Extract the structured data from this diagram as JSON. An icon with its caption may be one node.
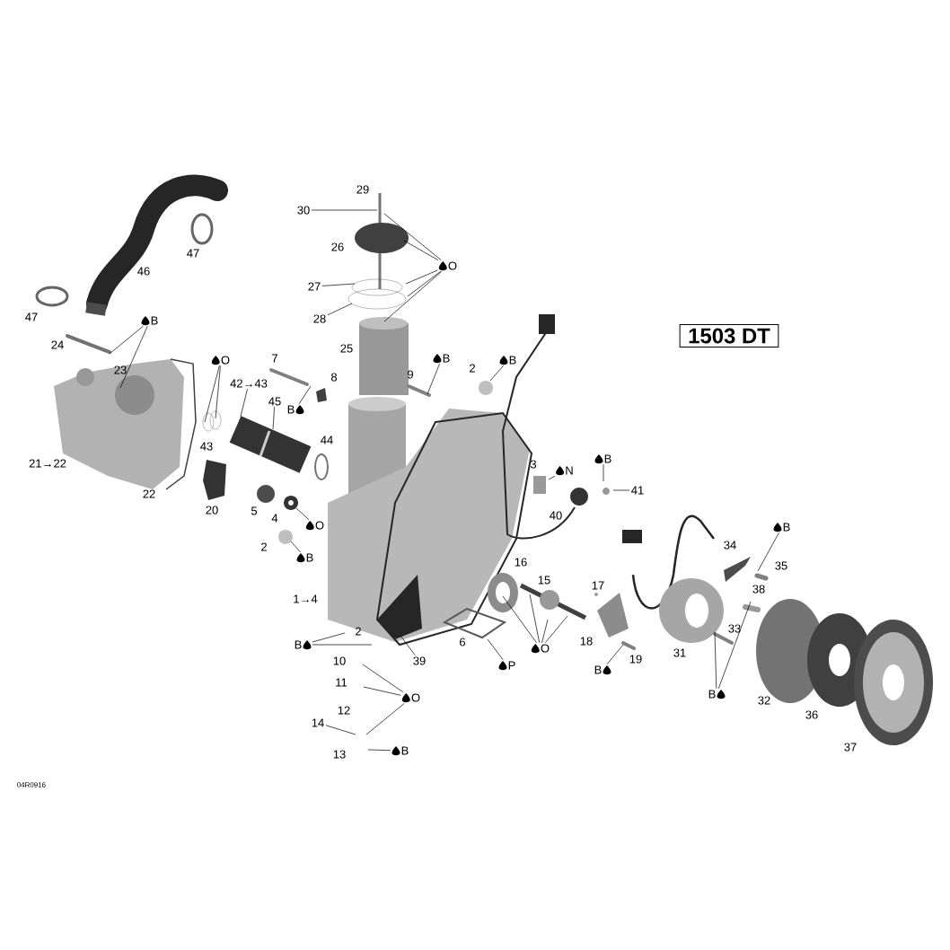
{
  "diagram": {
    "nodes": [
      {
        "text": [
          "1503 DT"
        ]
      },
      {
        "text": [
          "30"
        ]
      },
      {
        "text": [
          "27"
        ]
      },
      {
        "text": [
          "28"
        ]
      },
      {
        "text": [
          "O"
        ]
      },
      {
        "text": [
          "B"
        ]
      },
      {
        "text": [
          "O"
        ]
      },
      {
        "text": [
          "42→43"
        ]
      },
      {
        "text": [
          "45"
        ]
      },
      {
        "text": [
          "B"
        ]
      },
      {
        "text": [
          "B"
        ]
      },
      {
        "text": [
          "B"
        ]
      },
      {
        "text": [
          "O"
        ]
      },
      {
        "text": [
          "B"
        ]
      },
      {
        "text": [
          "N"
        ]
      },
      {
        "text": [
          "B"
        ]
      },
      {
        "text": [
          "41"
        ]
      },
      {
        "text": [
          "B"
        ]
      },
      {
        "text": [
          "39"
        ]
      },
      {
        "text": [
          "P"
        ]
      },
      {
        "text": [
          "O"
        ]
      },
      {
        "text": [
          "B"
        ]
      },
      {
        "text": [
          "14"
        ]
      },
      {
        "text": [
          "O"
        ]
      },
      {
        "text": [
          "B"
        ]
      },
      {
        "text": [
          "B"
        ]
      },
      {
        "text": [
          "B"
        ]
      }
    ],
    "edges": [
      {
        "from": 1,
        "to": null,
        "arrow": "none"
      },
      {
        "from": 2,
        "to": null,
        "arrow": "none"
      },
      {
        "from": 3,
        "to": null,
        "arrow": "none"
      },
      {
        "from": 4,
        "to": null,
        "arrow": "none"
      },
      {
        "from": 4,
        "to": null,
        "arrow": "none"
      },
      {
        "from": 4,
        "to": null,
        "arrow": "none"
      },
      {
        "from": 4,
        "to": null,
        "arrow": "none"
      },
      {
        "from": 4,
        "to": null,
        "arrow": "none"
      },
      {
        "from": 5,
        "to": null,
        "arrow": "none"
      },
      {
        "from": 5,
        "to": null,
        "arrow": "none"
      },
      {
        "from": 6,
        "to": null,
        "arrow": "none"
      },
      {
        "from": 6,
        "to": null,
        "arrow": "none"
      },
      {
        "from": 7,
        "to": null,
        "arrow": "none"
      },
      {
        "from": 8,
        "to": null,
        "arrow": "none"
      },
      {
        "from": 9,
        "to": null,
        "arrow": "none"
      },
      {
        "from": 10,
        "to": null,
        "arrow": "none"
      },
      {
        "from": 11,
        "to": null,
        "arrow": "none"
      },
      {
        "from": 12,
        "to": null,
        "arrow": "none"
      },
      {
        "from": 13,
        "to": null,
        "arrow": "none"
      },
      {
        "from": 14,
        "to": null,
        "arrow": "none"
      },
      {
        "from": 15,
        "to": null,
        "arrow": "none"
      },
      {
        "from": 16,
        "to": null,
        "arrow": "none"
      },
      {
        "from": 17,
        "to": null,
        "arrow": "none"
      },
      {
        "from": 17,
        "to": null,
        "arrow": "none"
      },
      {
        "from": 18,
        "to": null,
        "arrow": "none"
      },
      {
        "from": 19,
        "to": null,
        "arrow": "none"
      },
      {
        "from": 20,
        "to": null,
        "arrow": "none"
      },
      {
        "from": 20,
        "to": null,
        "arrow": "none"
      },
      {
        "from": 20,
        "to": null,
        "arrow": "none"
      },
      {
        "from": 20,
        "to": null,
        "arrow": "none"
      },
      {
        "from": 21,
        "to": null,
        "arrow": "none"
      },
      {
        "from": 22,
        "to": null,
        "arrow": "none"
      },
      {
        "from": 23,
        "to": null,
        "arrow": "none"
      },
      {
        "from": 23,
        "to": null,
        "arrow": "none"
      },
      {
        "from": 23,
        "to": null,
        "arrow": "none"
      },
      {
        "from": 24,
        "to": null,
        "arrow": "none"
      },
      {
        "from": 25,
        "to": null,
        "arrow": "none"
      },
      {
        "from": 26,
        "to": null,
        "arrow": "none"
      },
      {
        "from": 26,
        "to": null,
        "arrow": "none"
      }
    ],
    "labels": [
      "29",
      "47",
      "26",
      "46",
      "47",
      "25",
      "24",
      "7",
      "23",
      "9",
      "2",
      "8",
      "44",
      "43",
      "21→22",
      "3",
      "22",
      "20",
      "5",
      "4",
      "40",
      "2",
      "34",
      "16",
      "35",
      "15",
      "17",
      "38",
      "1→4",
      "2",
      "33",
      "6",
      "18",
      "31",
      "10",
      "19",
      "11",
      "32",
      "12",
      "36",
      "13",
      "37",
      "04R0916"
    ]
  }
}
